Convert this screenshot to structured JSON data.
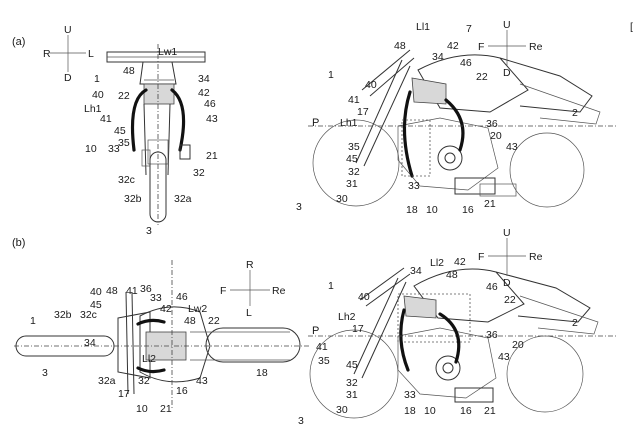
{
  "panels": {
    "a": "(a)",
    "b": "(b)"
  },
  "direction": {
    "U": "U",
    "D": "D",
    "L": "L",
    "R": "R",
    "F": "F",
    "Re": "Re"
  },
  "corner_mark": "[",
  "labels": {
    "1": "1",
    "2": "2",
    "3": "3",
    "7": "7",
    "10": "10",
    "16": "16",
    "17": "17",
    "18": "18",
    "20": "20",
    "21": "21",
    "22": "22",
    "30": "30",
    "31": "31",
    "32": "32",
    "32a": "32a",
    "32b": "32b",
    "32c": "32c",
    "33": "33",
    "34": "34",
    "35": "35",
    "36": "36",
    "40": "40",
    "41": "41",
    "42": "42",
    "43": "43",
    "45": "45",
    "46": "46",
    "48": "48",
    "Lw1": "Lw1",
    "Lw2": "Lw2",
    "Lh1": "Lh1",
    "Lh2": "Lh2",
    "Ll1": "Ll1",
    "Ll2": "Ll2",
    "P": "P"
  }
}
